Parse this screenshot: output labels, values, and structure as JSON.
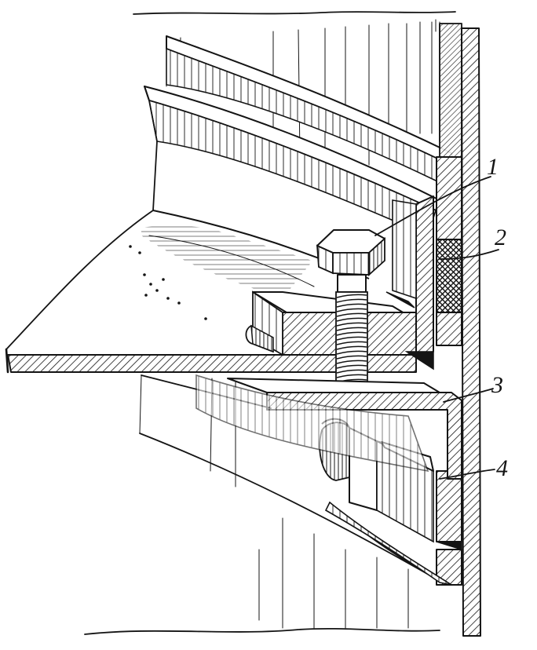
{
  "callouts": [
    {
      "id": "1",
      "label": "1"
    },
    {
      "id": "2",
      "label": "2"
    },
    {
      "id": "3",
      "label": "3"
    },
    {
      "id": "4",
      "label": "4"
    }
  ],
  "colors": {
    "ink": "#141414",
    "paper": "#ffffff"
  }
}
